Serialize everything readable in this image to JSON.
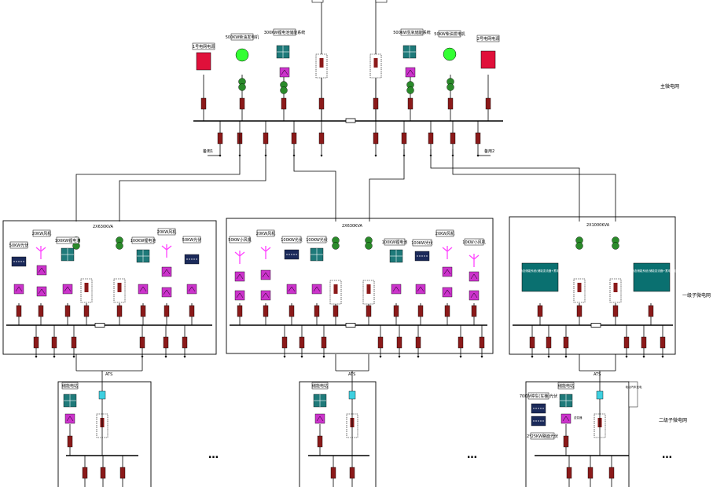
{
  "side_labels": {
    "main": "主微电网",
    "level1": "一级子微电网",
    "level2": "二级子微电网"
  },
  "main": {
    "backup1": "备用1",
    "backup2": "备用2",
    "sources": [
      "1号电网电源",
      "500KW柴油发电机",
      "300KW锂电池储能系统",
      "500KW氢氧储能系统",
      "50KW柴油发电机",
      "2号电网电源"
    ]
  },
  "sub": [
    {
      "title": "2X630KVA",
      "labels": [
        "50KW光伏",
        "20KW风机",
        "100KW锂电池",
        "100KW锂电池",
        "20KW风机",
        "50KW光伏"
      ]
    },
    {
      "title": "2X630KVA",
      "labels": [
        "50KW小风机",
        "20KW风机",
        "100KW光伏",
        "100KW光伏",
        "100KW锂电池",
        "100KW光伏",
        "20KW风机",
        "10KW小风机"
      ]
    },
    {
      "title": "2X1000KVA",
      "labels": [
        "激光动态储能系统(储能变流器+蓄电池组)",
        "激光动态储能系统(储能变流器+蓄电池组)"
      ]
    }
  ],
  "level2": [
    {
      "ats": "ATS",
      "storage": "储能电站"
    },
    {
      "ats": "ATS",
      "storage": "储能电站"
    },
    {
      "ats": "ATS",
      "storage": "储能电站",
      "pv_shed": "70KW停车(车棚)光伏",
      "pv_floor": "2*25KW路面光伏",
      "ev": "电动汽车充电",
      "mode": "逆变器"
    }
  ],
  "ellipsis": "…",
  "colors": {
    "breaker": "#8b1a1a",
    "inverter": "#cc33cc",
    "storage": "#1f7a7a",
    "genset": "#22cc22",
    "grid": "#e0103a",
    "transformer": "#2a8a2a",
    "teal_box": "#0a7070"
  }
}
